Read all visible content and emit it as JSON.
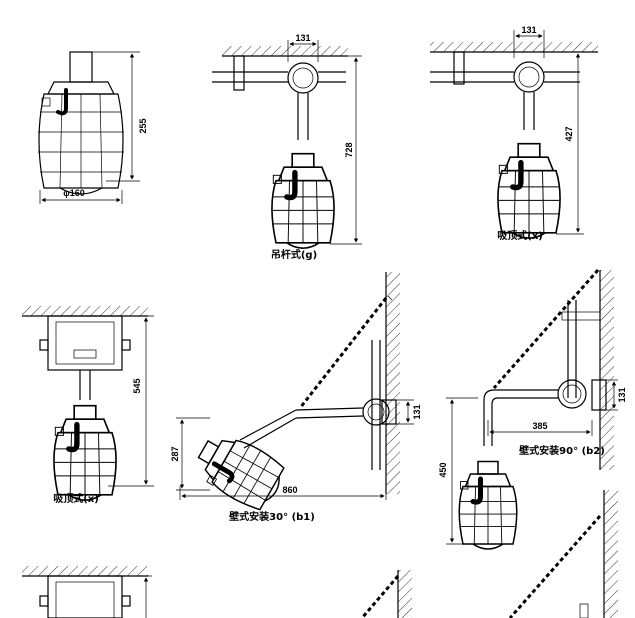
{
  "figures": [
    {
      "id": "fig1",
      "dims": [
        "255",
        "φ160"
      ]
    },
    {
      "id": "fig2",
      "dims": [
        "131",
        "728"
      ],
      "caption": "吊杆式(g)"
    },
    {
      "id": "fig3",
      "dims": [
        "131",
        "427"
      ],
      "caption": "吸顶式(x)"
    },
    {
      "id": "fig4",
      "dims": [
        "545"
      ],
      "caption": "吸顶式(x)"
    },
    {
      "id": "fig5",
      "dims": [
        "131",
        "287",
        "860"
      ],
      "caption": "壁式安装30° (b1)"
    },
    {
      "id": "fig6",
      "dims": [
        "131",
        "385",
        "450"
      ],
      "caption": "壁式安装90° (b2)"
    }
  ]
}
